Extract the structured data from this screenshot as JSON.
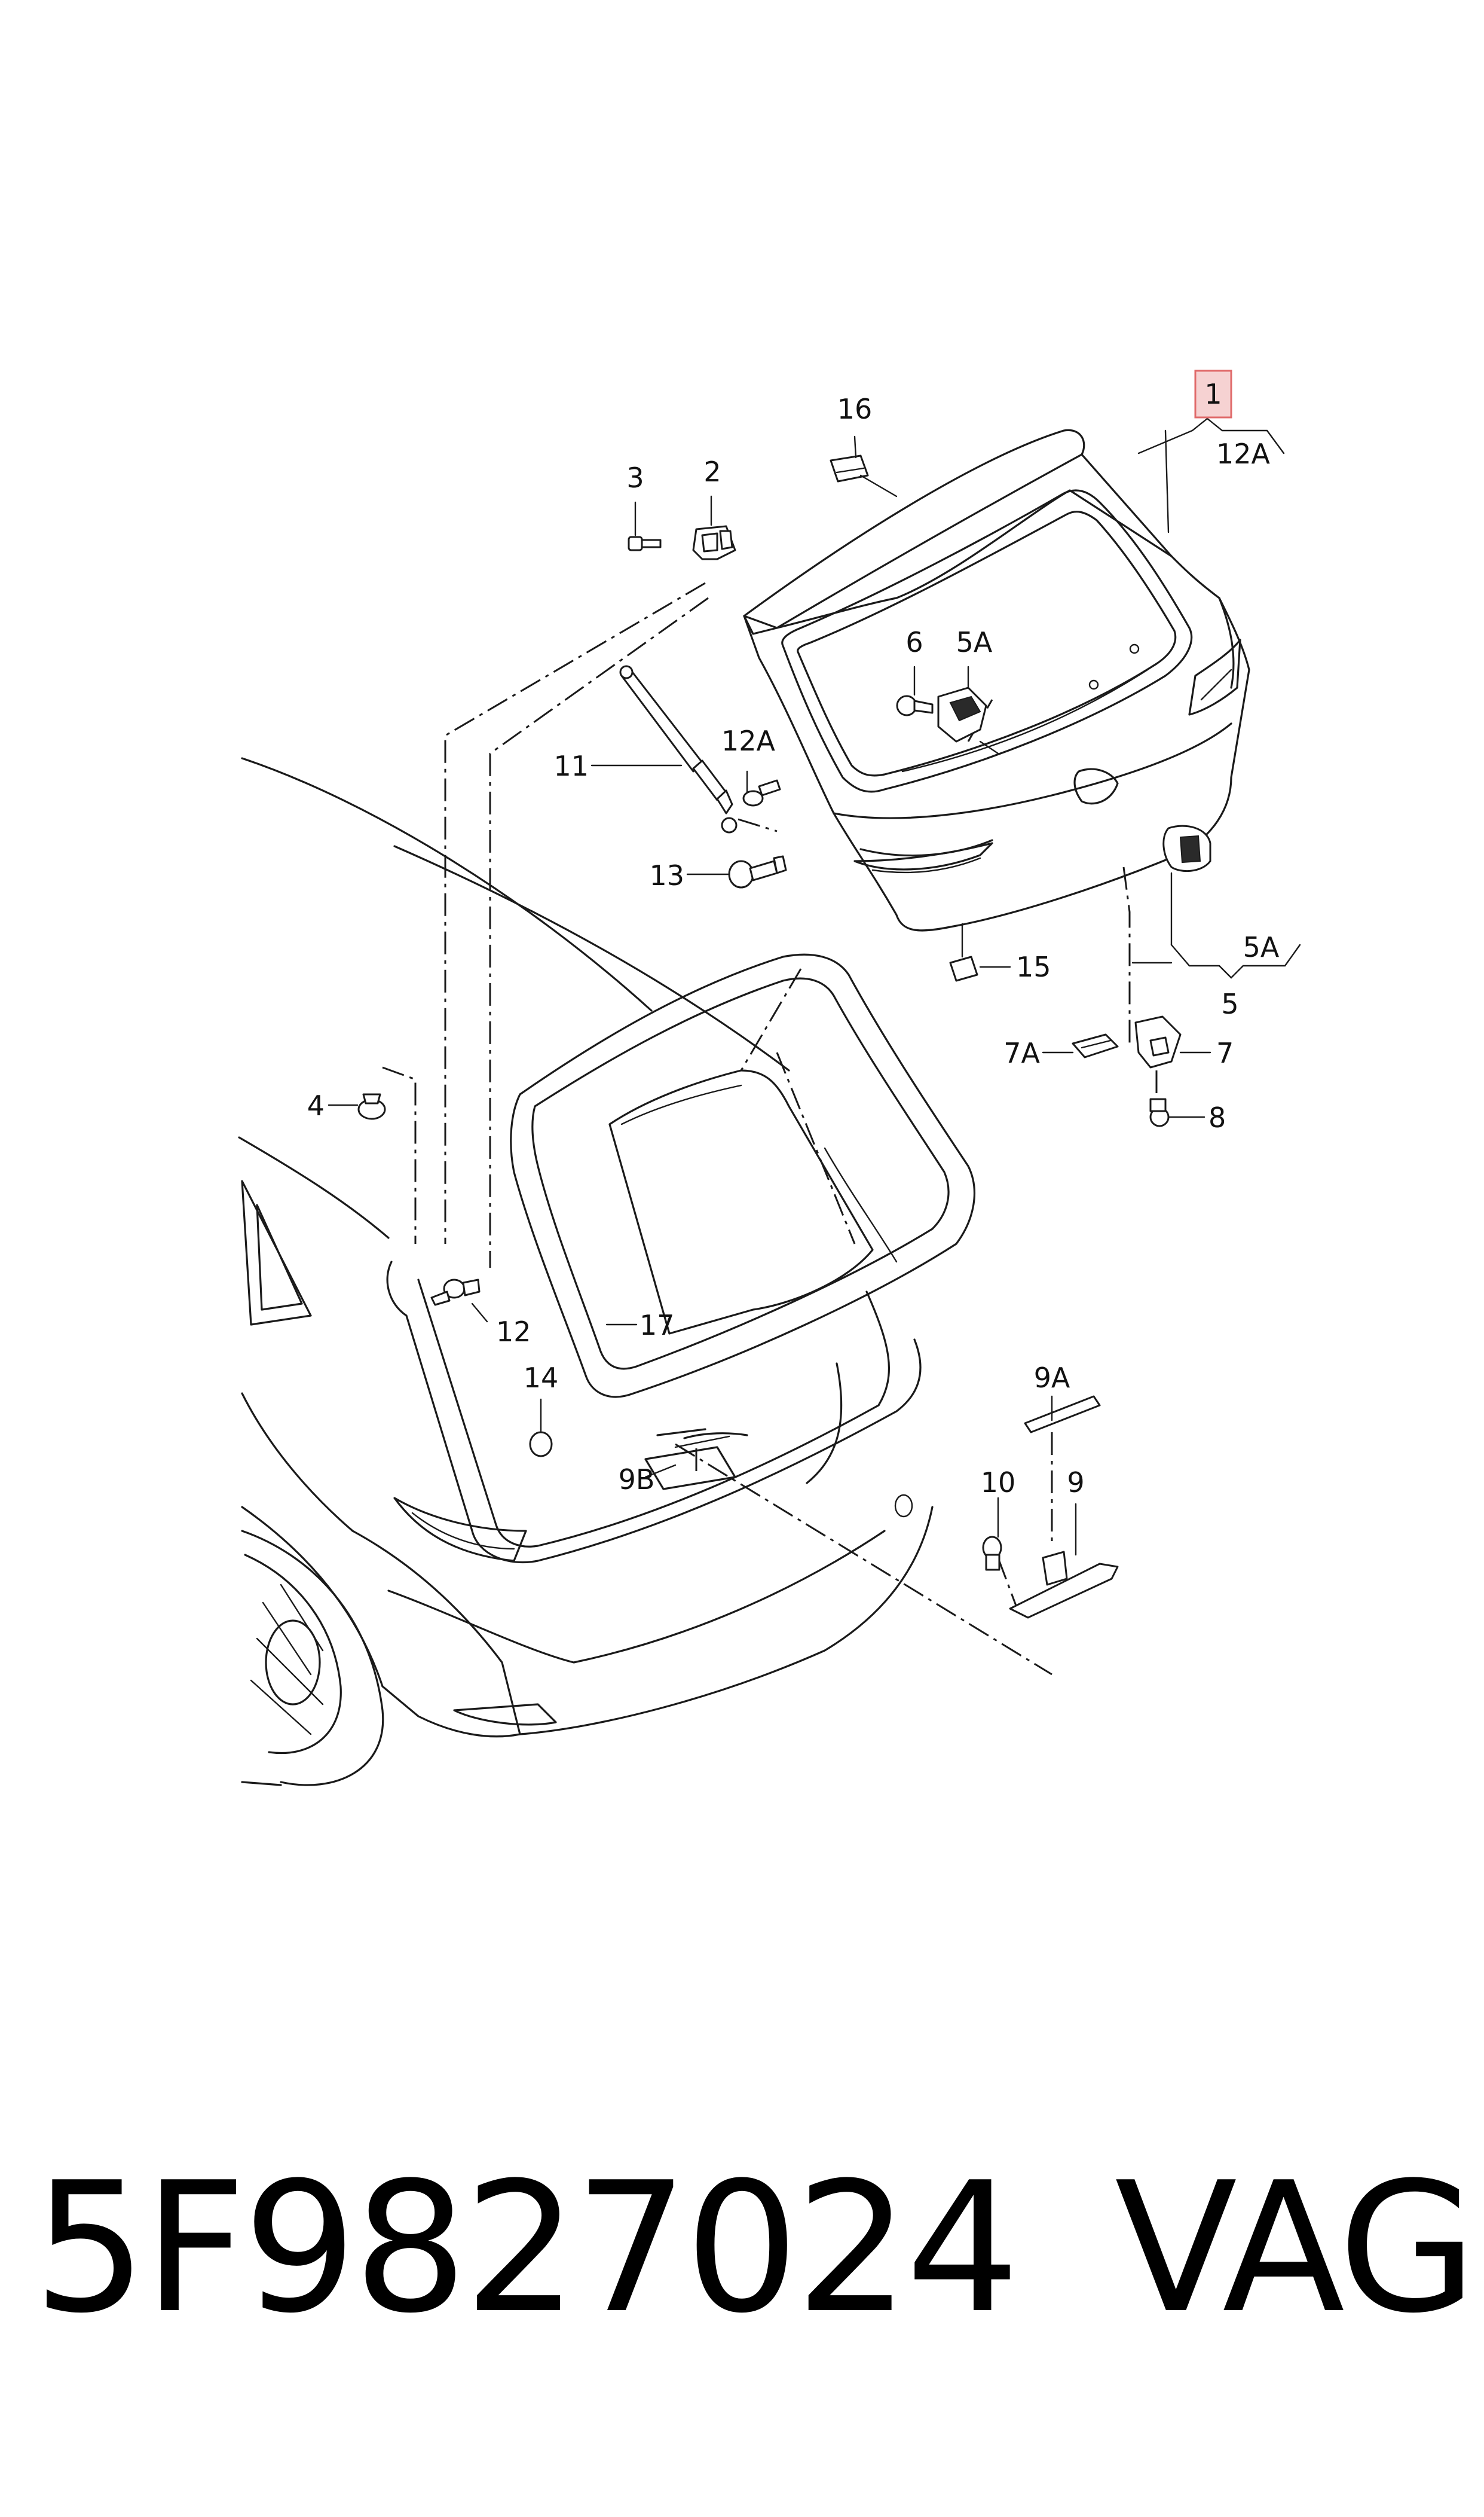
{
  "labels": {
    "l1": "1",
    "l2": "2",
    "l3": "3",
    "l4": "4",
    "l5": "5",
    "l5a_top": "5A",
    "l5a_bottom": "5A",
    "l6": "6",
    "l7": "7",
    "l7a": "7A",
    "l8": "8",
    "l9": "9",
    "l9a": "9A",
    "l9b": "9B",
    "l10": "10",
    "l11": "11",
    "l12": "12",
    "l12a_top": "12A",
    "l12a_mid": "12A",
    "l13": "13",
    "l14": "14",
    "l15": "15",
    "l16": "16",
    "l17": "17"
  },
  "footer": {
    "part_number": "5F9827024",
    "brand": "VAG"
  },
  "colors": {
    "line": "#1a1a1a",
    "highlight_fill": "#f6d2d2",
    "highlight_border": "#e06a6a",
    "background": "#ffffff"
  }
}
